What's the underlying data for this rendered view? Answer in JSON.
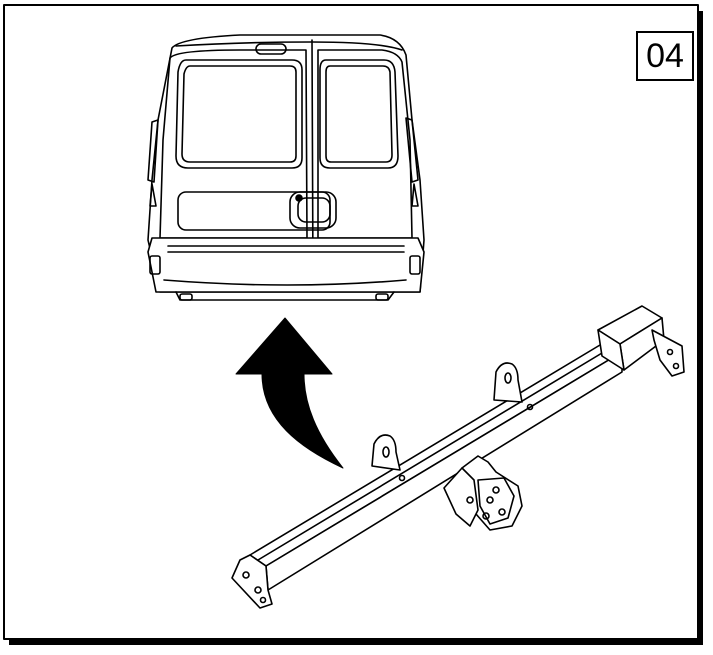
{
  "step": {
    "number": "04"
  },
  "illustration": {
    "vehicle": "van-rear-view",
    "part": "tow-bar-crossmember",
    "arrow": "curved-up-arrow"
  },
  "colors": {
    "line": "#000000",
    "background": "#ffffff"
  }
}
